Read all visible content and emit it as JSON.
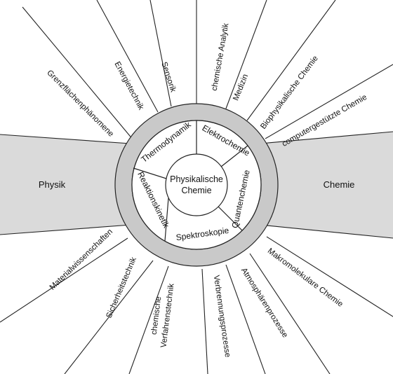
{
  "center": {
    "line1": "Physikalische",
    "line2": "Chemie"
  },
  "sections": [
    {
      "id": "thermodynamik",
      "label": "Thermodynamik"
    },
    {
      "id": "elektrochemie",
      "label": "Elektrochemie"
    },
    {
      "id": "quantenchemie",
      "label": "Quantenchemie"
    },
    {
      "id": "spektroskopie",
      "label": "Spektroskopie"
    },
    {
      "id": "reaktionskinetik",
      "label": "Reaktionskinetik"
    }
  ],
  "sides": {
    "left": "Physik",
    "right": "Chemie"
  },
  "fields": [
    {
      "id": "grenzflaechen",
      "label": "Grenzflächenphänomene"
    },
    {
      "id": "energietechnik",
      "label": "Energietechnik"
    },
    {
      "id": "sensorik",
      "label": "Sensorik"
    },
    {
      "id": "analytik",
      "label": "chemische Analytik"
    },
    {
      "id": "medizin",
      "label": "Medizin"
    },
    {
      "id": "biophysik",
      "label": "Biophysikalische Chemie"
    },
    {
      "id": "computer",
      "label": "computergestützte Chemie"
    },
    {
      "id": "makro",
      "label": "Makromolekulare Chemie"
    },
    {
      "id": "atmosphaere",
      "label": "Atmosphärenprozesse"
    },
    {
      "id": "verbrennung",
      "label": "Verbrennungsprozesse"
    },
    {
      "id": "verfahren",
      "label": "chemische",
      "label2": "Verfahrenstechnik"
    },
    {
      "id": "sicherheit",
      "label": "Sicherheitstechnik"
    },
    {
      "id": "material",
      "label": "Materialwissenschaften"
    }
  ],
  "colors": {
    "ring": "#c9c9c9",
    "band": "#dadada",
    "line": "#222222",
    "background": "#ffffff"
  }
}
